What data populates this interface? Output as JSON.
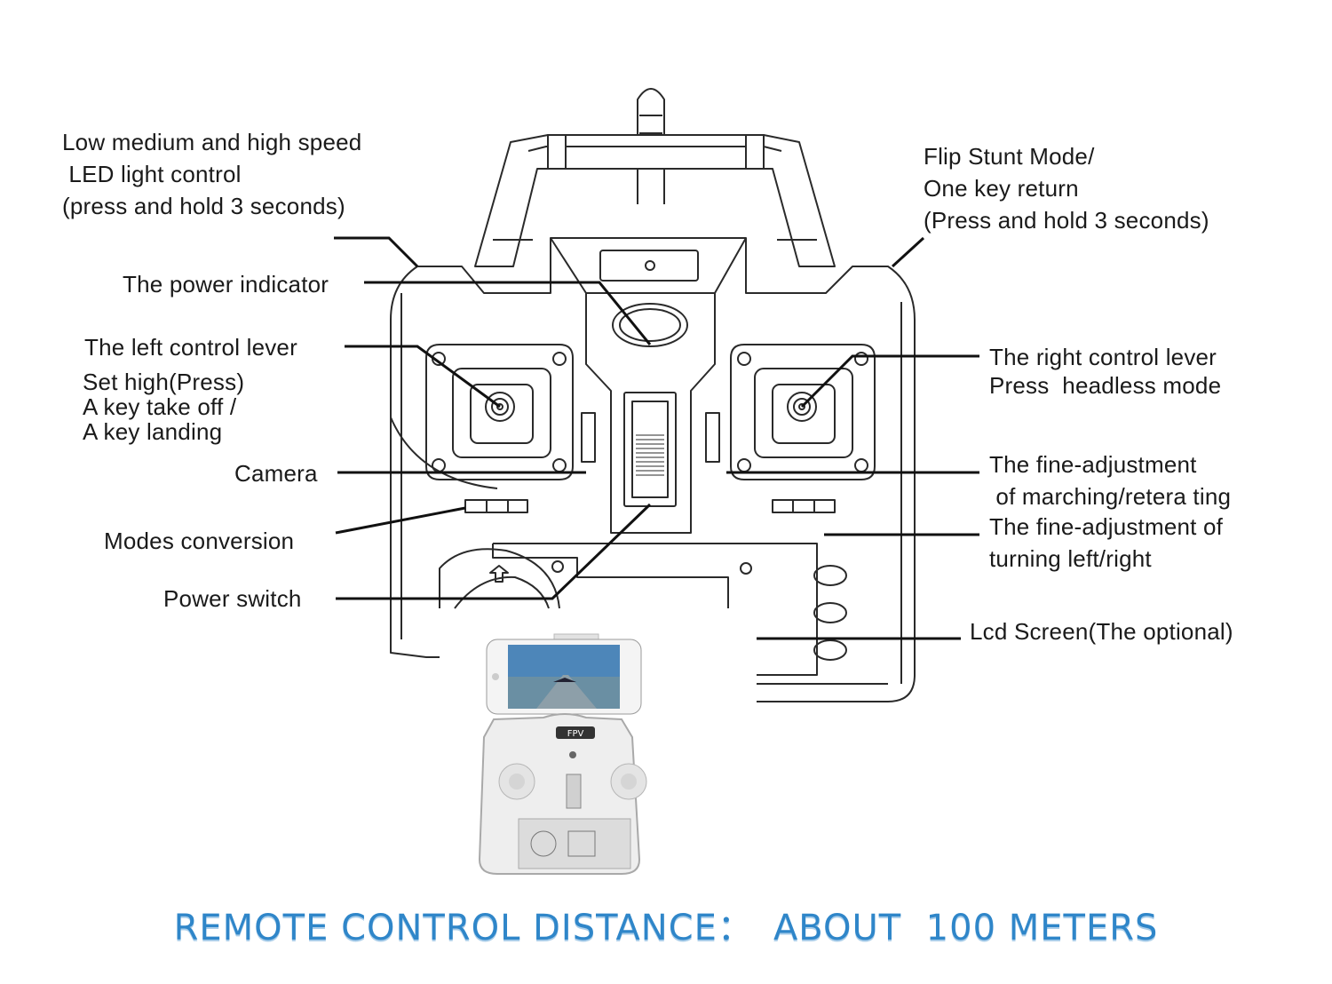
{
  "callouts": {
    "led_control": [
      "Low medium and high speed",
      " LED light control",
      "(press and hold 3 seconds)"
    ],
    "flip_stunt": [
      "Flip Stunt Mode/",
      "One key return",
      "(Press and hold 3 seconds)"
    ],
    "power_indicator": "The power indicator",
    "left_lever": "The left control lever",
    "left_lever_detail": [
      "Set high(Press)",
      "A key take off /",
      "A key landing"
    ],
    "right_lever": [
      "The right control lever",
      "Press  headless mode"
    ],
    "camera": "Camera",
    "fine_marching": [
      "The fine-adjustment",
      " of marching/retera ting"
    ],
    "fine_turning": [
      "The fine-adjustment of",
      "turning left/right"
    ],
    "modes_conversion": "Modes conversion",
    "power_switch": "Power switch",
    "lcd_screen": "Lcd Screen(The optional)"
  },
  "photo": {
    "badge": "FPV"
  },
  "footer": {
    "left": "REMOTE CONTROL DISTANCE：",
    "right": "ABOUT  100 METERS"
  },
  "colors": {
    "footer": "#2f86c9",
    "line": "#111111"
  }
}
